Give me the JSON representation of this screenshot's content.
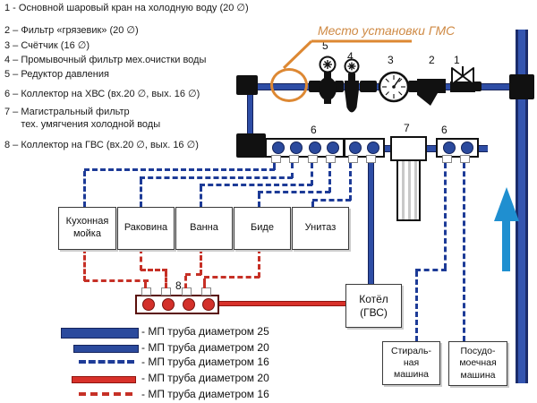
{
  "notes": [
    "1 - Основной шаровый кран на холодную воду (20 ∅)",
    "2 – Фильтр «грязевик» (20 ∅)",
    "3 – Счётчик (16 ∅)",
    "4 – Промывочный фильтр мех.очистки воды",
    "5 – Редуктор давления",
    "6 – Коллектор на ХВС (вх.20 ∅, вых. 16 ∅)",
    "7 – Магистральный фильтр\n      тех. умягчения холодной воды",
    "8 – Коллектор на ГВС (вх.20 ∅, вых. 16 ∅)"
  ],
  "callout": {
    "label": "Место установки ГМС"
  },
  "markers": {
    "m1": "1",
    "m2": "2",
    "m3": "3",
    "m4": "4",
    "m5": "5",
    "m6_left": "6",
    "m7": "7",
    "m6_right": "6",
    "m8": "8"
  },
  "fixtures": {
    "kitchen_sink": "Кухонная\nмойка",
    "washbasin": "Раковина",
    "bath": "Ванна",
    "bidet": "Биде",
    "toilet": "Унитаз"
  },
  "appliances": {
    "boiler": "Котёл\n(ГВС)",
    "washing_machine": "Стираль-\nная\nмашина",
    "dishwasher": "Посудо-\nмоечная\nмашина"
  },
  "legend": {
    "rows": [
      {
        "swatch": "mp25-blue-solid-thick",
        "label": "- МП труба диаметром 25"
      },
      {
        "swatch": "mp20-blue-solid",
        "label": "- МП труба диаметром 20"
      },
      {
        "swatch": "mp16-blue-dashed",
        "label": "- МП труба диаметром 16"
      },
      {
        "swatch": "mp20-red-solid",
        "label": "- МП труба диаметром 20"
      },
      {
        "swatch": "mp16-red-dashed",
        "label": "- МП труба диаметром 16"
      }
    ]
  },
  "colors": {
    "cold_pipe": "#2e4da5",
    "cold_pipe_dark": "#15225a",
    "cold_dashed": "#1d3b97",
    "hot_pipe": "#d8312a",
    "hot_dashed": "#c63026",
    "accent_orange": "#dd8833",
    "callout_text": "#cf8a45",
    "arrow_blue": "#1f8fd0"
  }
}
